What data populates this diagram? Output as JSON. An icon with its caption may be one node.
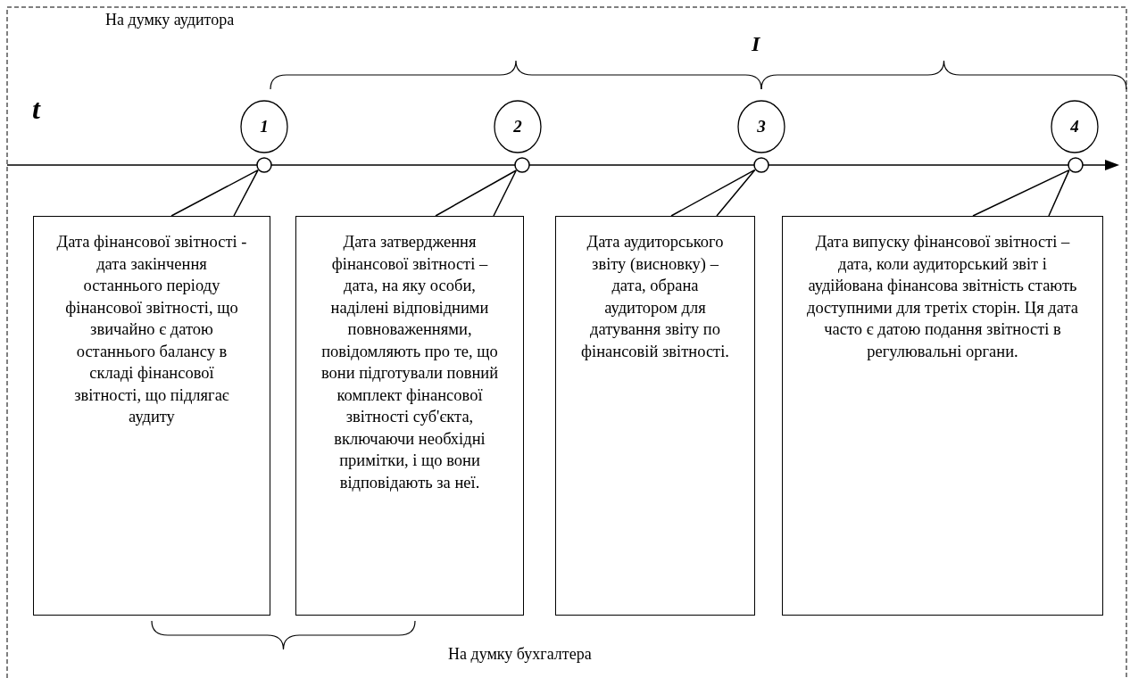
{
  "diagram": {
    "nodes": [
      {
        "text": [
          "1"
        ]
      },
      {
        "text": [
          "2"
        ]
      },
      {
        "text": [
          "3"
        ]
      },
      {
        "text": [
          "4"
        ]
      },
      {
        "text": [],
        "shape": "circle"
      },
      {
        "text": [],
        "shape": "circle"
      },
      {
        "text": [],
        "shape": "circle"
      },
      {
        "text": [],
        "shape": "circle"
      },
      {
        "text": [
          "Дата фінансової звітності - дата закінчення останнього періоду фінансової звітності, що звичайно є датою останнього балансу в складі фінансової звітності, що підлягає аудиту"
        ]
      },
      {
        "text": [
          "Дата затвердження фінансової звітності – дата, на яку особи, наділені відповідними повноваженнями, повідомляють про те, що вони підготували повний комплект фінансової звітності суб'єкта, включаючи необхідні примітки, і що вони відповідають за неї."
        ]
      },
      {
        "text": [
          "Дата аудиторського звіту (висновку) – дата, обрана аудитором для датування звіту по фінансовій звітності."
        ]
      },
      {
        "text": [
          "Дата випуску фінансової звітності – дата, коли аудиторський звіт і аудійована фінансова звітність стають доступними для третіх сторін. Ця дата часто є датою подання звітності в регулювальні органи."
        ]
      }
    ],
    "edges": [
      {
        "from": 8,
        "to": 4,
        "arrow": "none"
      },
      {
        "from": 9,
        "to": 5,
        "arrow": "none"
      },
      {
        "from": 10,
        "to": 6,
        "arrow": "none"
      },
      {
        "from": 11,
        "to": 7,
        "arrow": "none"
      }
    ],
    "labels": [
      "На думку аудитора",
      "I",
      "t",
      "На думку бухгалтера"
    ]
  }
}
